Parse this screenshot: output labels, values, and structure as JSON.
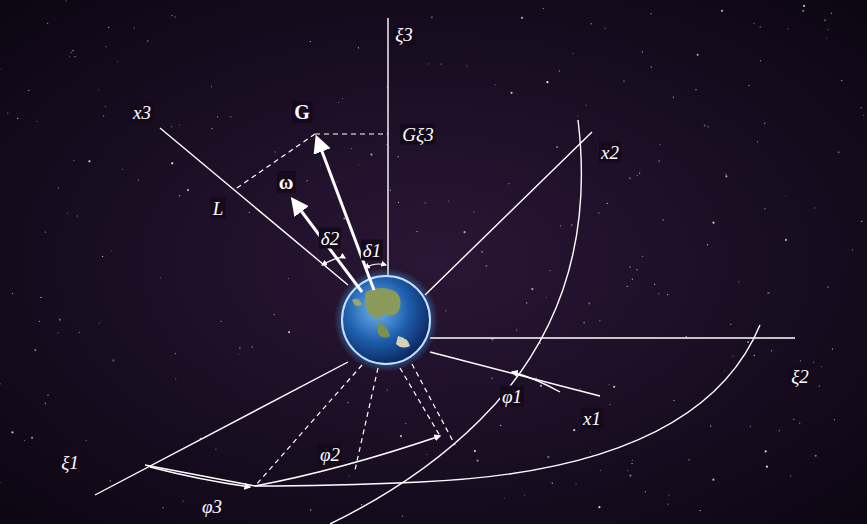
{
  "diagram": {
    "labels": [
      "ξ3",
      "G",
      "Gξ3",
      "x3",
      "L",
      "ω",
      "δ2",
      "δ1",
      "x2",
      "ξ2",
      "x1",
      "φ1",
      "φ2",
      "ξ1",
      "φ3"
    ]
  }
}
